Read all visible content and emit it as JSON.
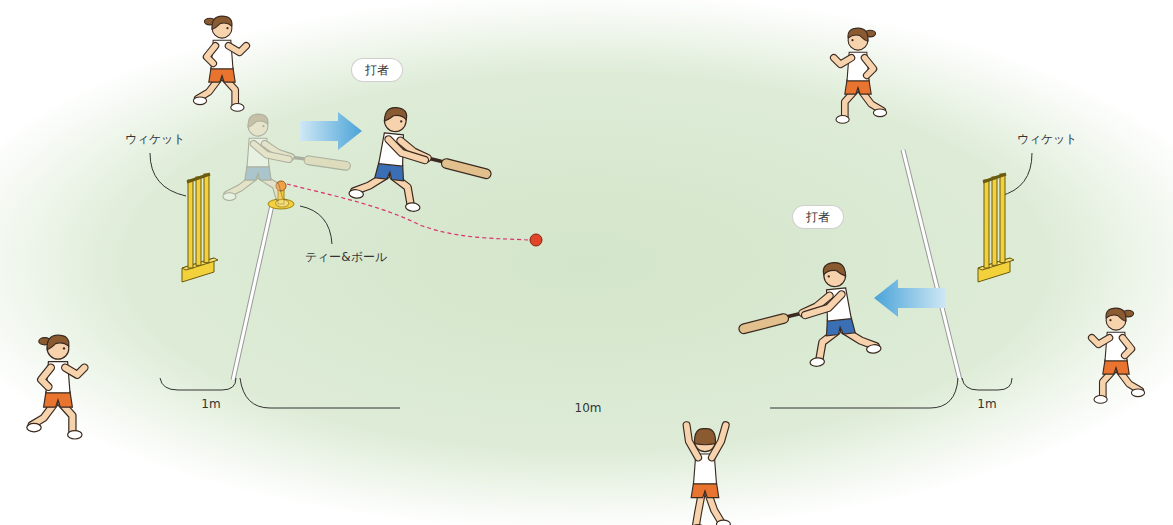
{
  "diagram": {
    "nodes": [
      {
        "text": [
          "打者"
        ]
      },
      {
        "text": [
          "打者"
        ]
      }
    ],
    "labels": [
      "ウィケット",
      "ウィケット",
      "ティー&ボール",
      "1m",
      "10m",
      "1m"
    ]
  }
}
